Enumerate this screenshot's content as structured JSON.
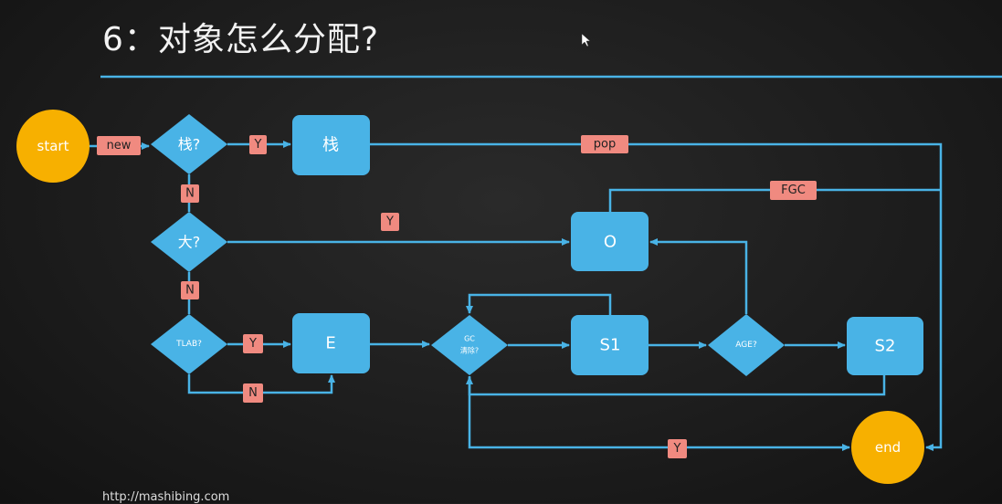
{
  "title": "6：对象怎么分配?",
  "url": "http://mashibing.com",
  "nodes": {
    "start": "start",
    "end": "end",
    "stack_q": "栈?",
    "stack": "栈",
    "big_q": "大?",
    "tlab_q": "TLAB?",
    "eden": "E",
    "gc_q_line1": "GC",
    "gc_q_line2": "清除?",
    "s1": "S1",
    "age_q": "AGE?",
    "s2": "S2",
    "old": "O"
  },
  "edges": {
    "new": "new",
    "stack_y": "Y",
    "pop": "pop",
    "stack_n": "N",
    "big_y": "Y",
    "big_n": "N",
    "tlab_y": "Y",
    "tlab_n": "N",
    "gc_y": "Y",
    "fgc": "FGC"
  },
  "colors": {
    "shape": "#49b3e6",
    "terminal": "#f7b000",
    "label": "#f08a80"
  }
}
